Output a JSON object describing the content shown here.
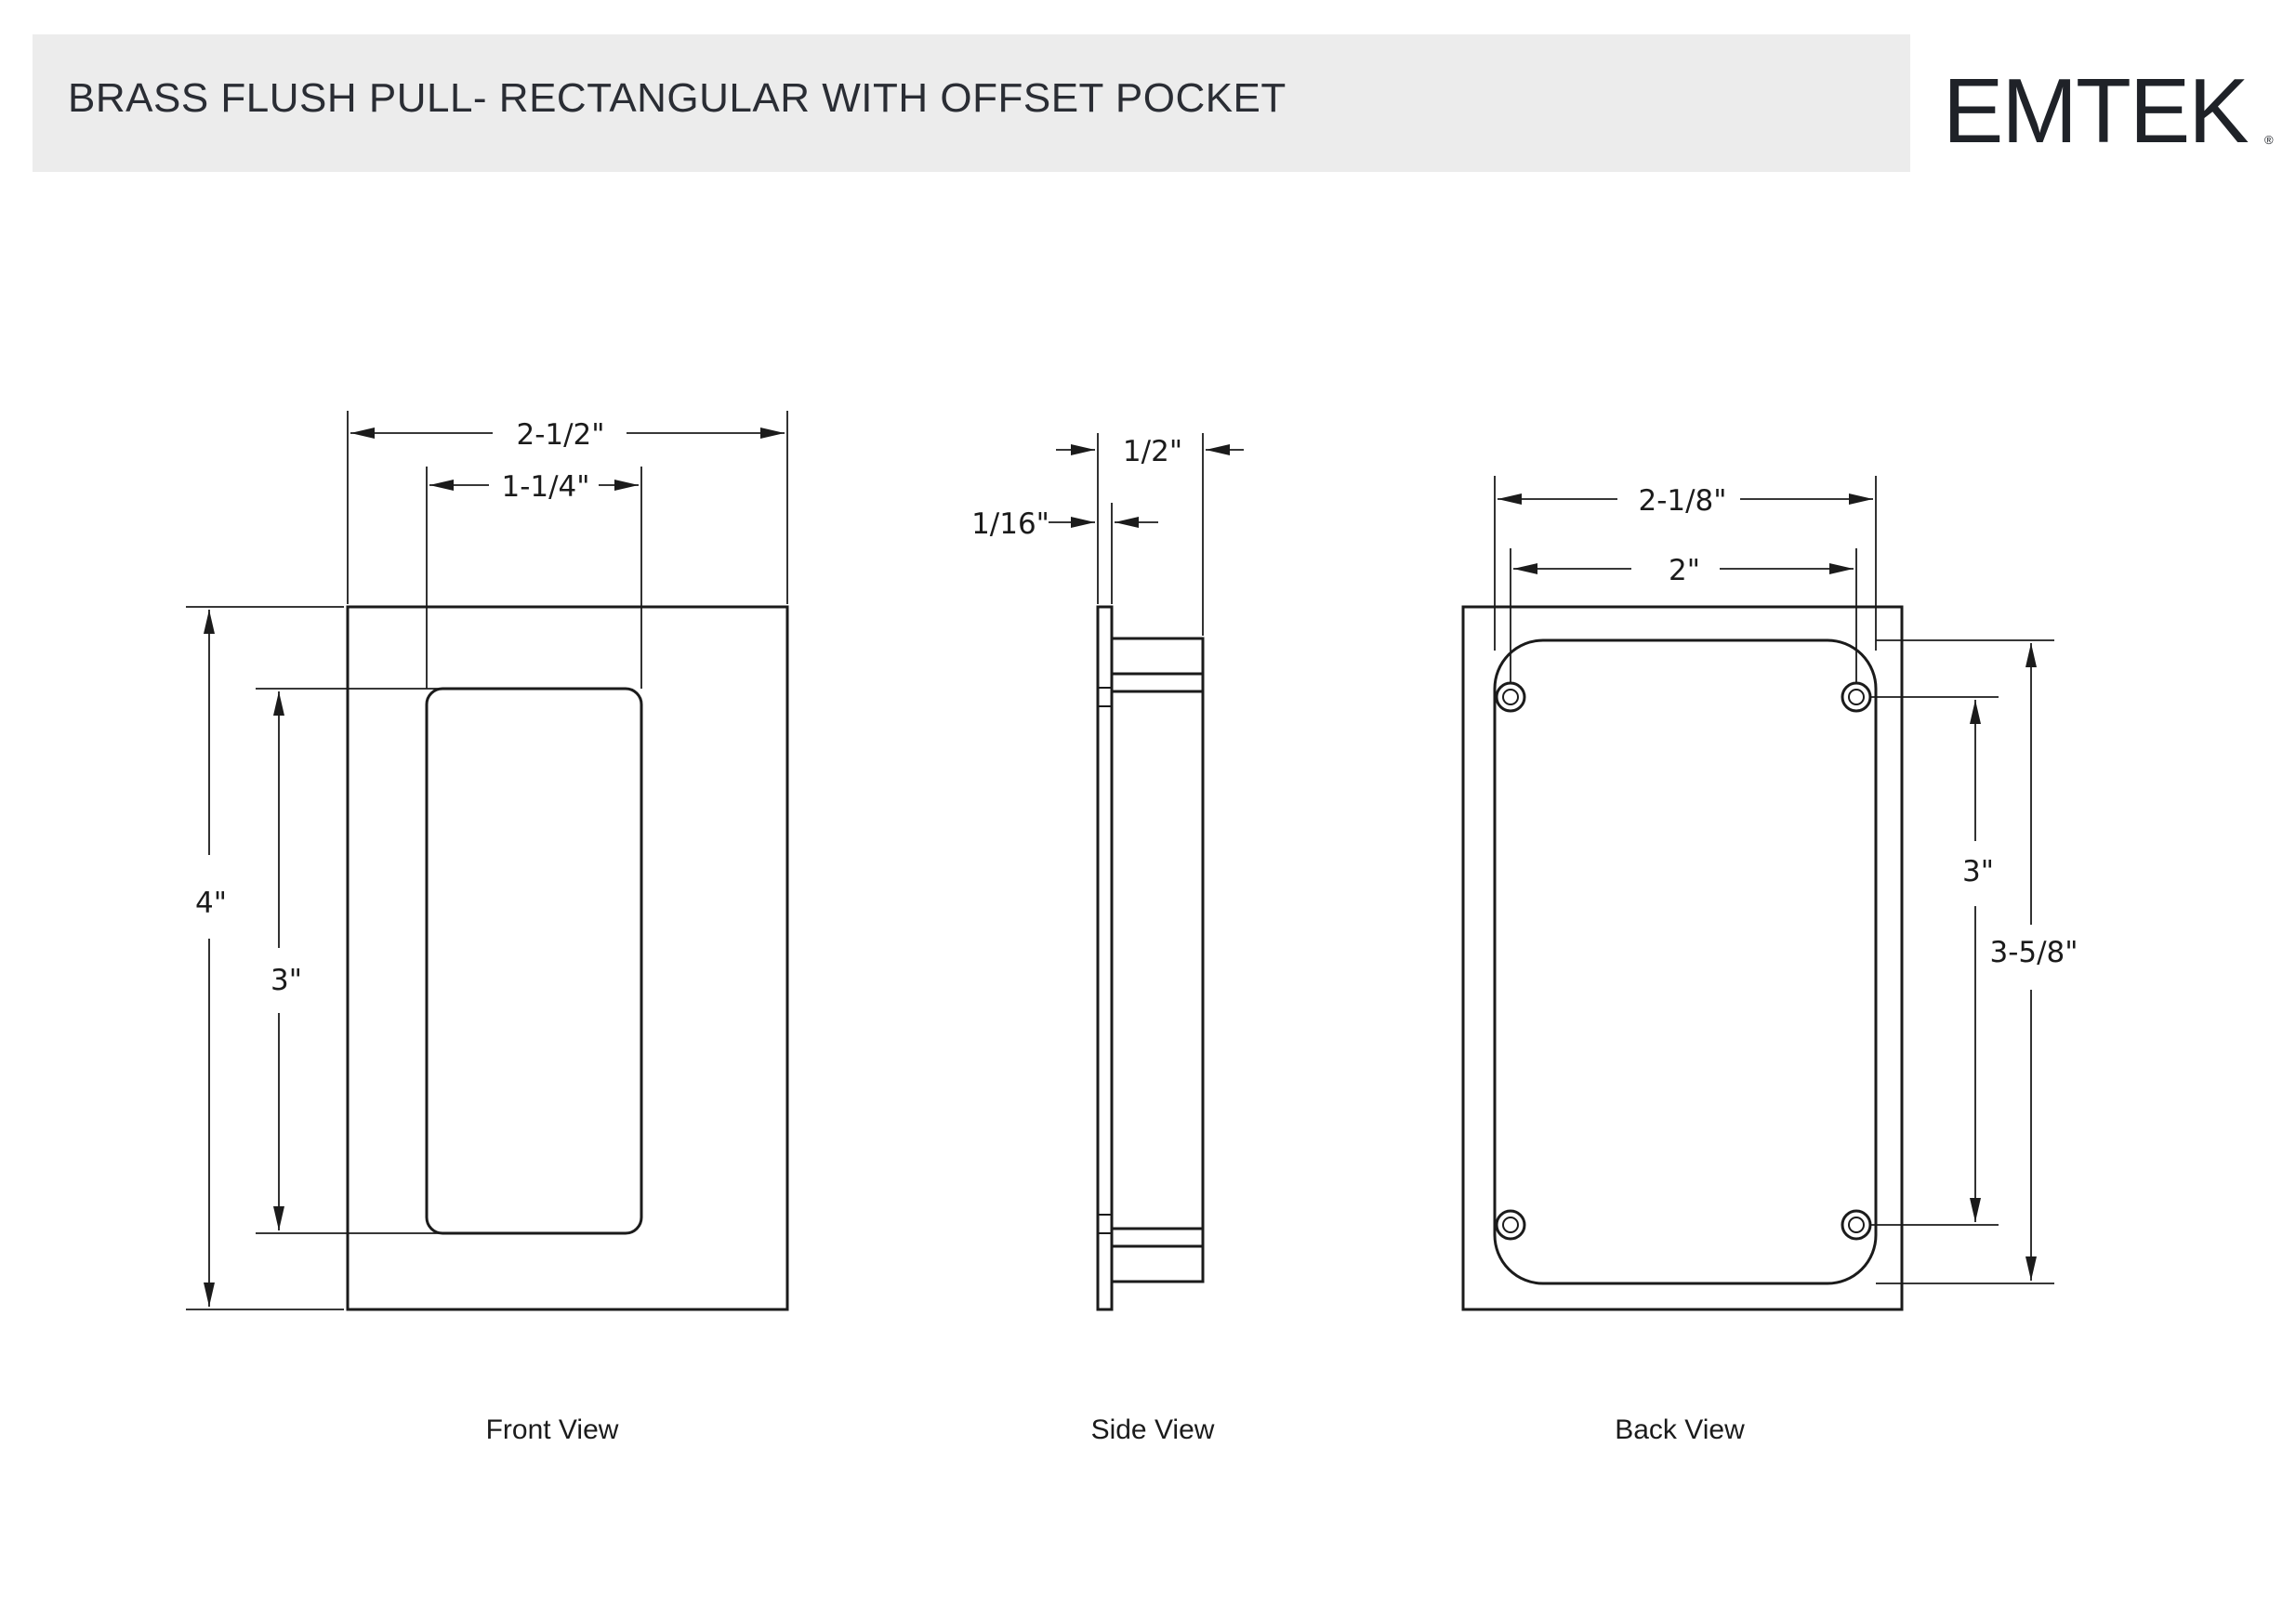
{
  "header": {
    "title": "BRASS FLUSH PULL- RECTANGULAR WITH OFFSET POCKET",
    "brand": "EMTEK",
    "brand_mark": "®"
  },
  "front_view": {
    "caption": "Front View",
    "dims": {
      "overall_width": "2-1/2\"",
      "pocket_width": "1-1/4\"",
      "overall_height": "4\"",
      "pocket_height": "3\""
    }
  },
  "side_view": {
    "caption": "Side View",
    "dims": {
      "depth": "1/2\"",
      "flange": "1/16\""
    }
  },
  "back_view": {
    "caption": "Back View",
    "dims": {
      "outer_width": "2-1/8\"",
      "hole_spacing_x": "2\"",
      "hole_spacing_y": "3\"",
      "outer_height": "3-5/8\""
    }
  },
  "colors": {
    "line": "#1b1b1b",
    "header_band": "#ececec",
    "brand": "#1f2228"
  }
}
